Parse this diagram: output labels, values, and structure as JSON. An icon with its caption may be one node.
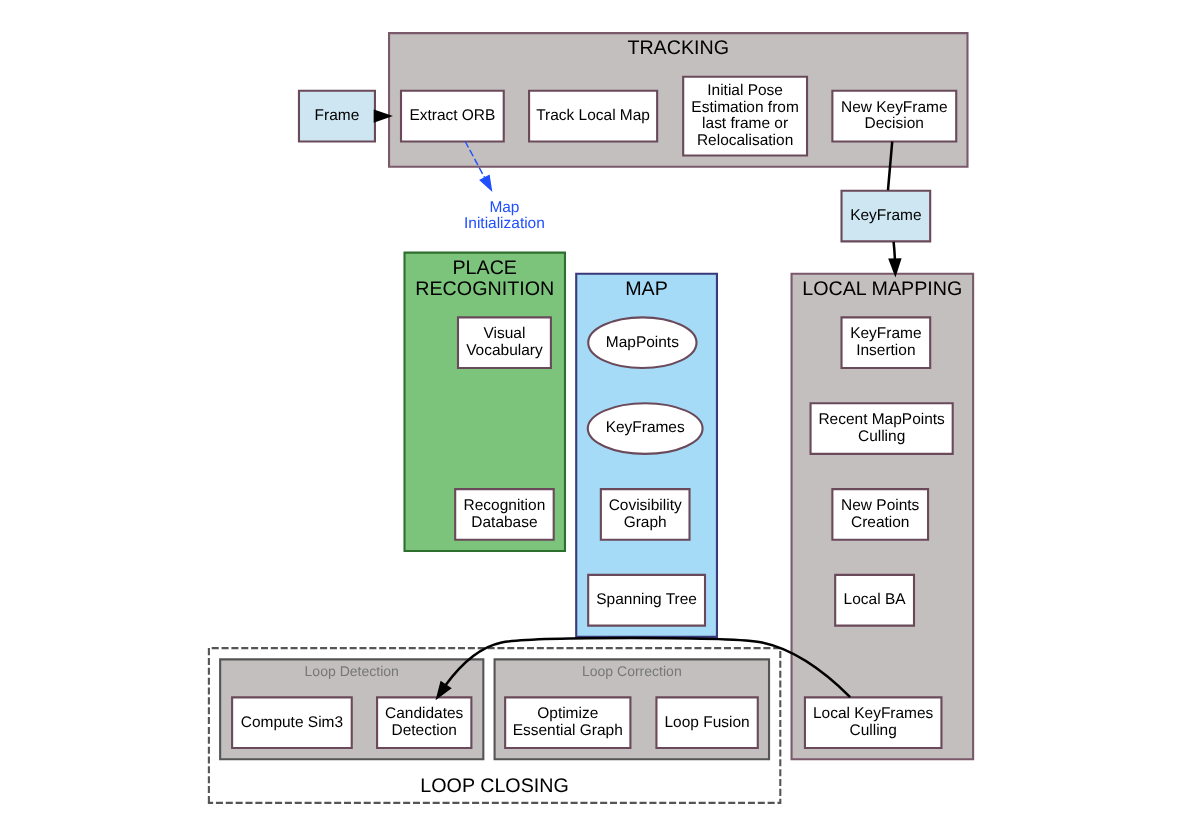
{
  "diagram": {
    "nodes": [
      {
        "text": [
          "Frame"
        ]
      },
      {
        "text": [
          "TRACKING"
        ]
      },
      {
        "text": [
          "Extract ORB"
        ],
        "in": 1
      },
      {
        "text": [
          "Initial Pose Estimation from last frame or Relocalisation"
        ],
        "in": 1
      },
      {
        "text": [
          "Track Local Map"
        ],
        "in": 1
      },
      {
        "text": [
          "New KeyFrame Decision"
        ],
        "in": 1
      },
      {
        "text": [
          "Map Initialization"
        ]
      },
      {
        "text": [
          "MAP"
        ]
      },
      {
        "text": [
          "MapPoints"
        ],
        "in": 7
      },
      {
        "text": [
          "KeyFrames"
        ],
        "in": 7
      },
      {
        "text": [
          "Covisibility Graph"
        ],
        "in": 7
      },
      {
        "text": [
          "Spanning Tree"
        ],
        "in": 7
      },
      {
        "text": [
          "PLACE RECOGNITION"
        ]
      },
      {
        "text": [
          "Visual Vocabulary"
        ],
        "in": 12
      },
      {
        "text": [
          "Recognition Database"
        ],
        "in": 12
      },
      {
        "text": [
          "KeyFrame"
        ]
      },
      {
        "text": [
          "LOCAL MAPPING"
        ]
      },
      {
        "text": [
          "KeyFrame Insertion"
        ],
        "in": 16
      },
      {
        "text": [
          "Recent MapPoints Culling"
        ],
        "in": 16
      },
      {
        "text": [
          "New Points Creation"
        ],
        "in": 16
      },
      {
        "text": [
          "Local BA"
        ],
        "in": 16
      },
      {
        "text": [
          "Local KeyFrames Culling"
        ],
        "in": 16
      },
      {
        "text": [
          "LOOP CLOSING"
        ]
      },
      {
        "text": [
          "Loop Correction"
        ],
        "in": 22
      },
      {
        "text": [
          "Optimize Essential Graph"
        ],
        "in": 23
      },
      {
        "text": [
          "Loop Fusion"
        ],
        "in": 23
      },
      {
        "text": [
          "Loop Detection"
        ],
        "in": 22
      },
      {
        "text": [
          "Compute Sim3"
        ],
        "in": 26
      },
      {
        "text": [
          "Candidates Detection"
        ],
        "in": 26
      }
    ],
    "edges": [
      {
        "from": 0,
        "to": 1,
        "arrow": "to"
      },
      {
        "from": 2,
        "to": 6,
        "arrow": "to",
        "style": "dashed",
        "color": "#1f4fff"
      },
      {
        "from": 5,
        "to": 15,
        "arrow": "none"
      },
      {
        "from": 15,
        "to": 16,
        "arrow": "to"
      },
      {
        "from": 21,
        "to": 28,
        "arrow": "to"
      }
    ]
  }
}
